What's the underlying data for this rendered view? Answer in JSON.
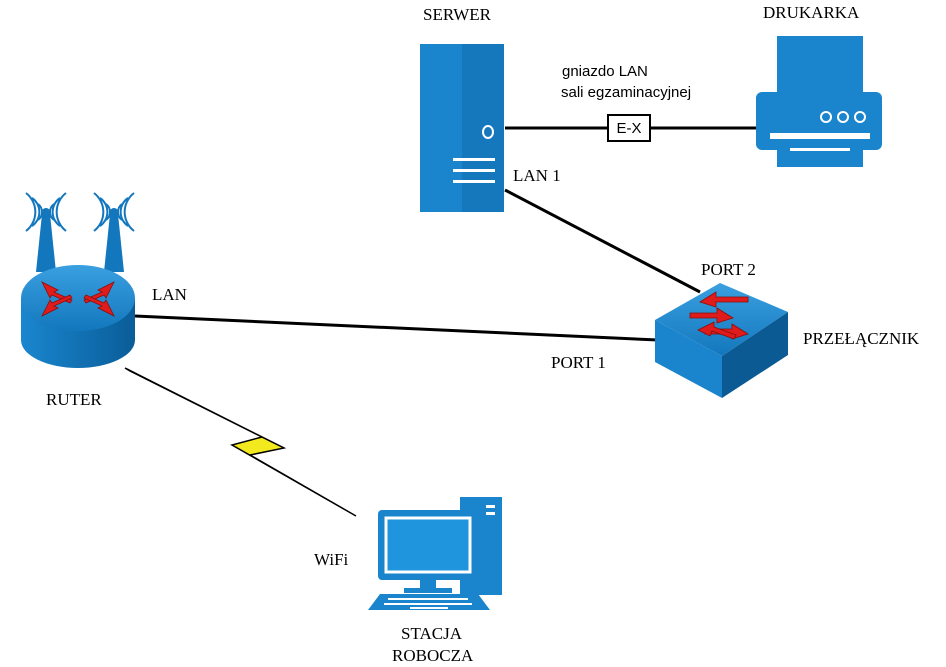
{
  "labels": {
    "server": "SERWER",
    "printer": "DRUKARKA",
    "socket_line1": "gniazdo LAN",
    "socket_line2": "sali egzaminacyjnej",
    "socket_box": "E-X",
    "lan1": "LAN 1",
    "port2": "PORT 2",
    "router_lan": "LAN",
    "switch": "PRZEŁĄCZNIK",
    "port1": "PORT 1",
    "router": "RUTER",
    "wifi": "WiFi",
    "workstation_line1": "STACJA",
    "workstation_line2": "ROBOCZA"
  },
  "colors": {
    "device_blue": "#1780c8",
    "device_dark": "#0b5a93",
    "arrow_red": "#e01b1b",
    "wifi_bolt": "#f2ea1e",
    "cable": "#000000"
  },
  "icons": [
    "server-icon",
    "printer-icon",
    "router-icon",
    "switch-icon",
    "workstation-icon",
    "wifi-bolt-icon"
  ]
}
